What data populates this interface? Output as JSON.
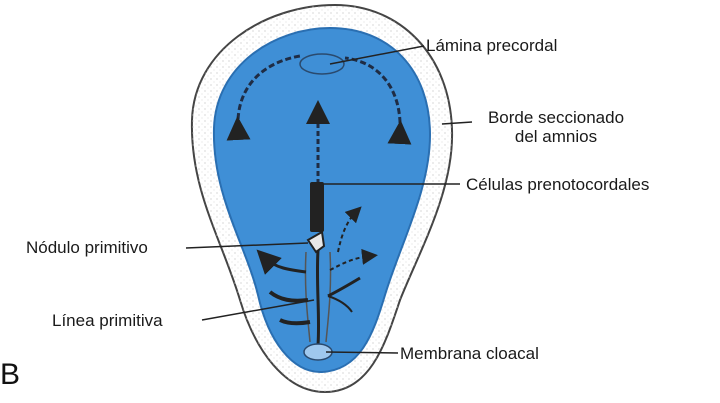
{
  "figure": {
    "panel_letter": "B",
    "colors": {
      "embryonic_disc": "#3f8fd6",
      "disc_edge": "#2a6fb2",
      "amnion_rim": "#ffffff",
      "outline": "#555555",
      "structures": "#222222"
    },
    "labels": {
      "lamina_precordal": "Lámina precordal",
      "borde_line1": "Borde seccionado",
      "borde_line2": "del amnios",
      "celulas_prenotocordales": "Células prenotocordales",
      "nodulo_primitivo": "Nódulo primitivo",
      "linea_primitiva": "Línea primitiva",
      "membrana_cloacal": "Membrana cloacal"
    }
  }
}
